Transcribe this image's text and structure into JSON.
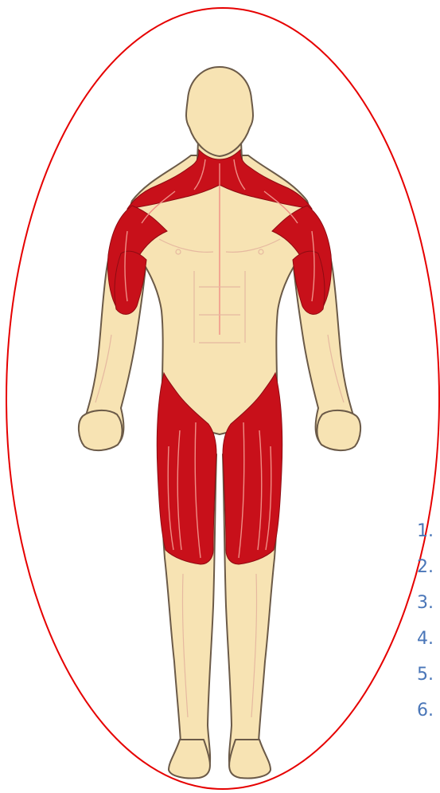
{
  "colors": {
    "skin": "#f7e3b3",
    "skin_outline": "#6b5a48",
    "muscle_highlight": "#c8101a",
    "muscle_line": "#ef8e86",
    "ellipse_stroke": "#e60000",
    "list_marker": "#4a76b8",
    "background": "#ffffff"
  },
  "diagram": {
    "subject": "front-view human body muscle chart",
    "highlighted_regions": [
      "neck",
      "trapezius",
      "shoulders",
      "upper-arms",
      "thighs"
    ]
  },
  "list_markers": [
    "1.",
    "2.",
    "3.",
    "4.",
    "5.",
    "6."
  ]
}
